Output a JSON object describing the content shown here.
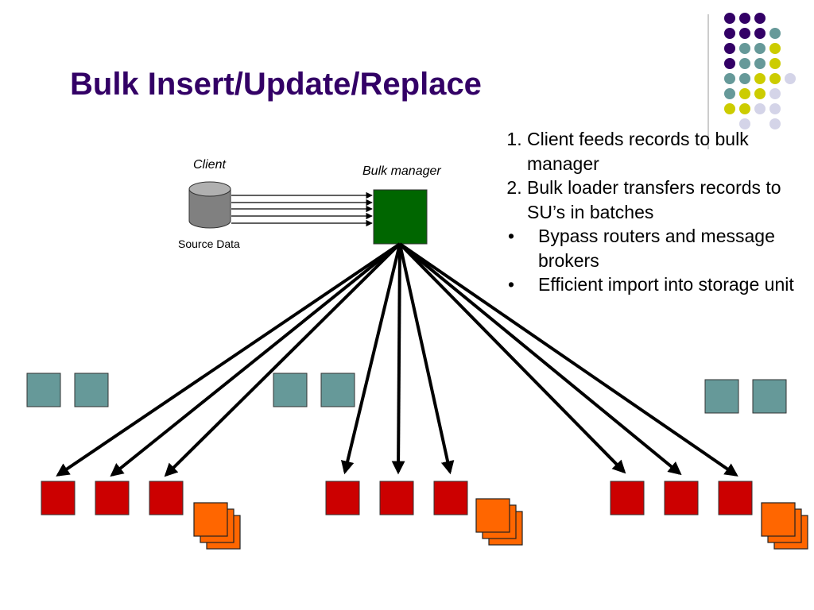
{
  "slide": {
    "title": "Bulk Insert/Update/Replace"
  },
  "diagram": {
    "client_label": "Client",
    "source_label": "Source Data",
    "manager_label": "Bulk manager"
  },
  "notes": {
    "steps": [
      {
        "text": "Client feeds records to bulk manager"
      },
      {
        "text": "Bulk loader transfers records to SU’s in batches"
      }
    ],
    "bullets": [
      "Bypass routers and message brokers",
      "Efficient import into storage unit"
    ]
  },
  "colors": {
    "title": "#330066",
    "manager_box": "#006600",
    "router_box": "#669999",
    "storage_unit": "#CC0000",
    "data_stack": "#FF6600",
    "db_cylinder": "#808080",
    "dot_purple": "#330066",
    "dot_teal": "#669999",
    "dot_yellow": "#CCCC00",
    "dot_lavender": "#D4D4E8"
  },
  "icons": {
    "database": "database-cylinder-icon",
    "manager": "bulk-manager-box",
    "router": "router-box",
    "storage": "storage-unit-box",
    "data": "data-stack-icon"
  }
}
